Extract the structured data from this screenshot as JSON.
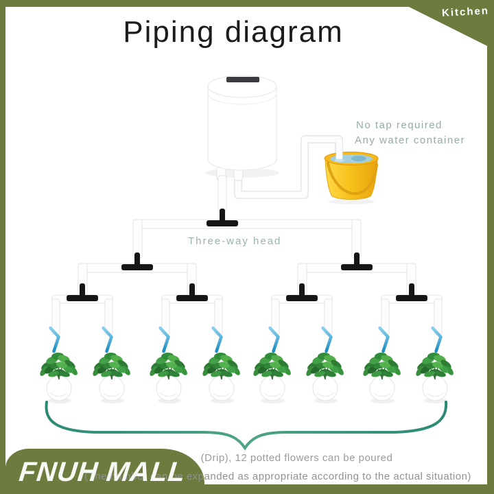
{
  "frame": {
    "corner_label": "Kitchen",
    "store_watermark": "FNUH MALL",
    "frame_color": "#6B7C3E"
  },
  "title": "Piping diagram",
  "annotations": {
    "no_tap": "No tap required",
    "any_container": "Any water container",
    "three_way_head": "Three-way head",
    "note_line1": "(Drip), 12 potted flowers can be poured",
    "note_line2": "(The number can be expanded as appropriate according to the actual situation)"
  },
  "diagram": {
    "type": "drip-irrigation-piping-tree",
    "pump_icon": "white-watering-pump-tank",
    "water_source_icon": "yellow-bucket-with-water",
    "connector_icon": "three-way-tee-connector",
    "connector_count": 7,
    "dripper_icon": "blue-drip-elbow",
    "plant_icon": "potted-green-plant",
    "plant_count": 8,
    "colors": {
      "pipe_white": "#FDFDFD",
      "pipe_edge": "#E3E3E3",
      "connector_black": "#161616",
      "dripper_blue": "#2D9FD8",
      "bucket_yellow": "#F6C31F",
      "water_blue": "#A3CFDF",
      "plant_green": "#3F9A44",
      "pot_white": "#FFFFFF",
      "brace_teal": "#36907B",
      "label_green": "#95B0A3",
      "note_gray": "#9A9A9A",
      "title_black": "#1C1C1C"
    }
  }
}
